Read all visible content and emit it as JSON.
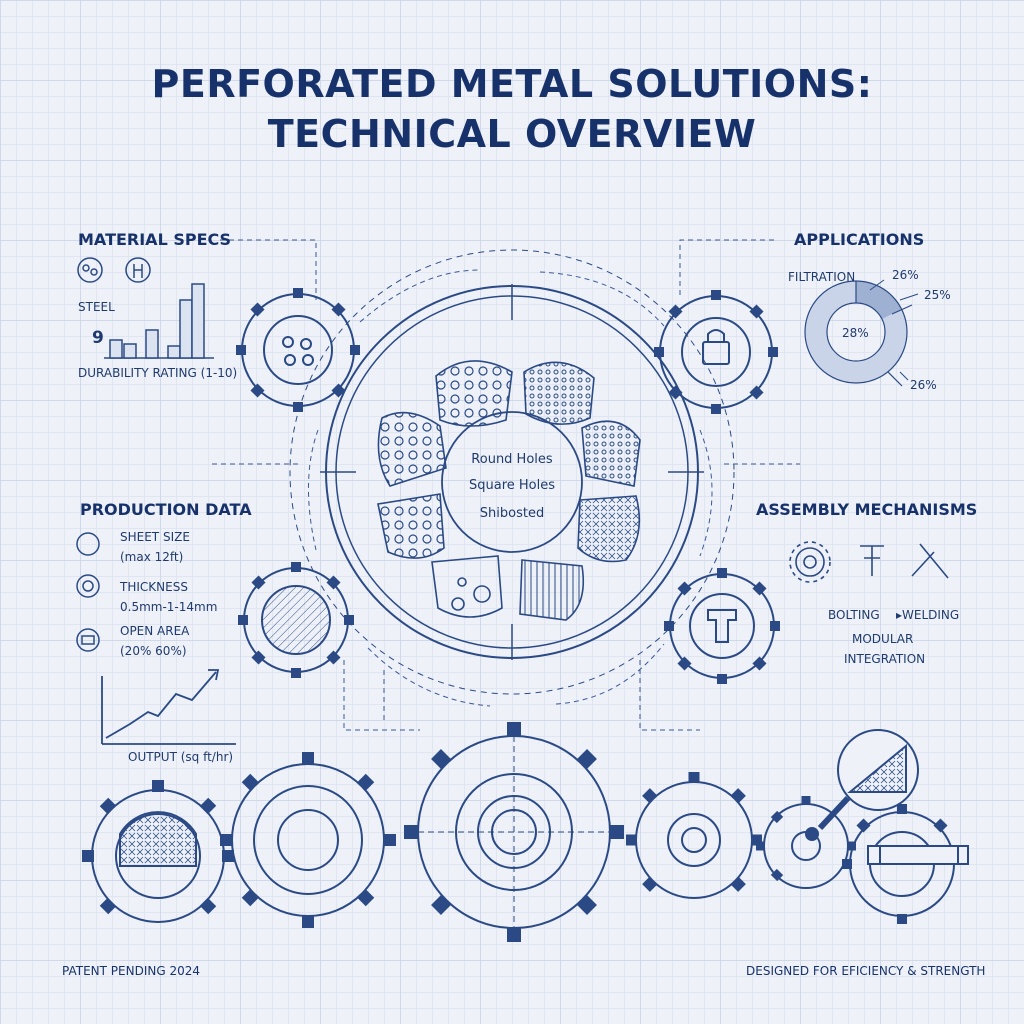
{
  "title": {
    "line1": "PERFORATED METAL SOLUTIONS:",
    "line2": "TECHNICAL OVERVIEW"
  },
  "material_specs": {
    "heading": "MATERIAL SPECS",
    "material": "STEEL",
    "rating_value": "9",
    "rating_label": "DURABILITY RATING (1-10)"
  },
  "applications": {
    "heading": "APPLICATIONS",
    "filtration_label": "FILTRATION",
    "pct_a": "26%",
    "pct_b": "25%",
    "pct_center": "28%",
    "pct_c": "26%"
  },
  "center_hub": {
    "line1": "Round Holes",
    "line2": "Square Holes",
    "line3": "Shibosted"
  },
  "production_data": {
    "heading": "PRODUCTION DATA",
    "sheet_size_label": "SHEET SIZE",
    "sheet_size_value": "(max 12ft)",
    "thickness_label": "THICKNESS",
    "thickness_value": "0.5mm-1-14mm",
    "open_area_label": "OPEN AREA",
    "open_area_value": "(20% 60%)",
    "output_label": "OUTPUT (sq ft/hr)"
  },
  "assembly": {
    "heading": "ASSEMBLY MECHANISMS",
    "bolting": "BOLTING",
    "welding": "▸WELDING",
    "modular_line1": "MODULAR",
    "modular_line2": "INTEGRATION"
  },
  "footer": {
    "left": "PATENT PENDING 2024",
    "right": "DESIGNED FOR EFICIENCY & STRENGTH"
  },
  "colors": {
    "ink": "#17326b",
    "line": "#3a5a95",
    "fill_light": "#c9d4e8",
    "background": "#eef2f8"
  }
}
